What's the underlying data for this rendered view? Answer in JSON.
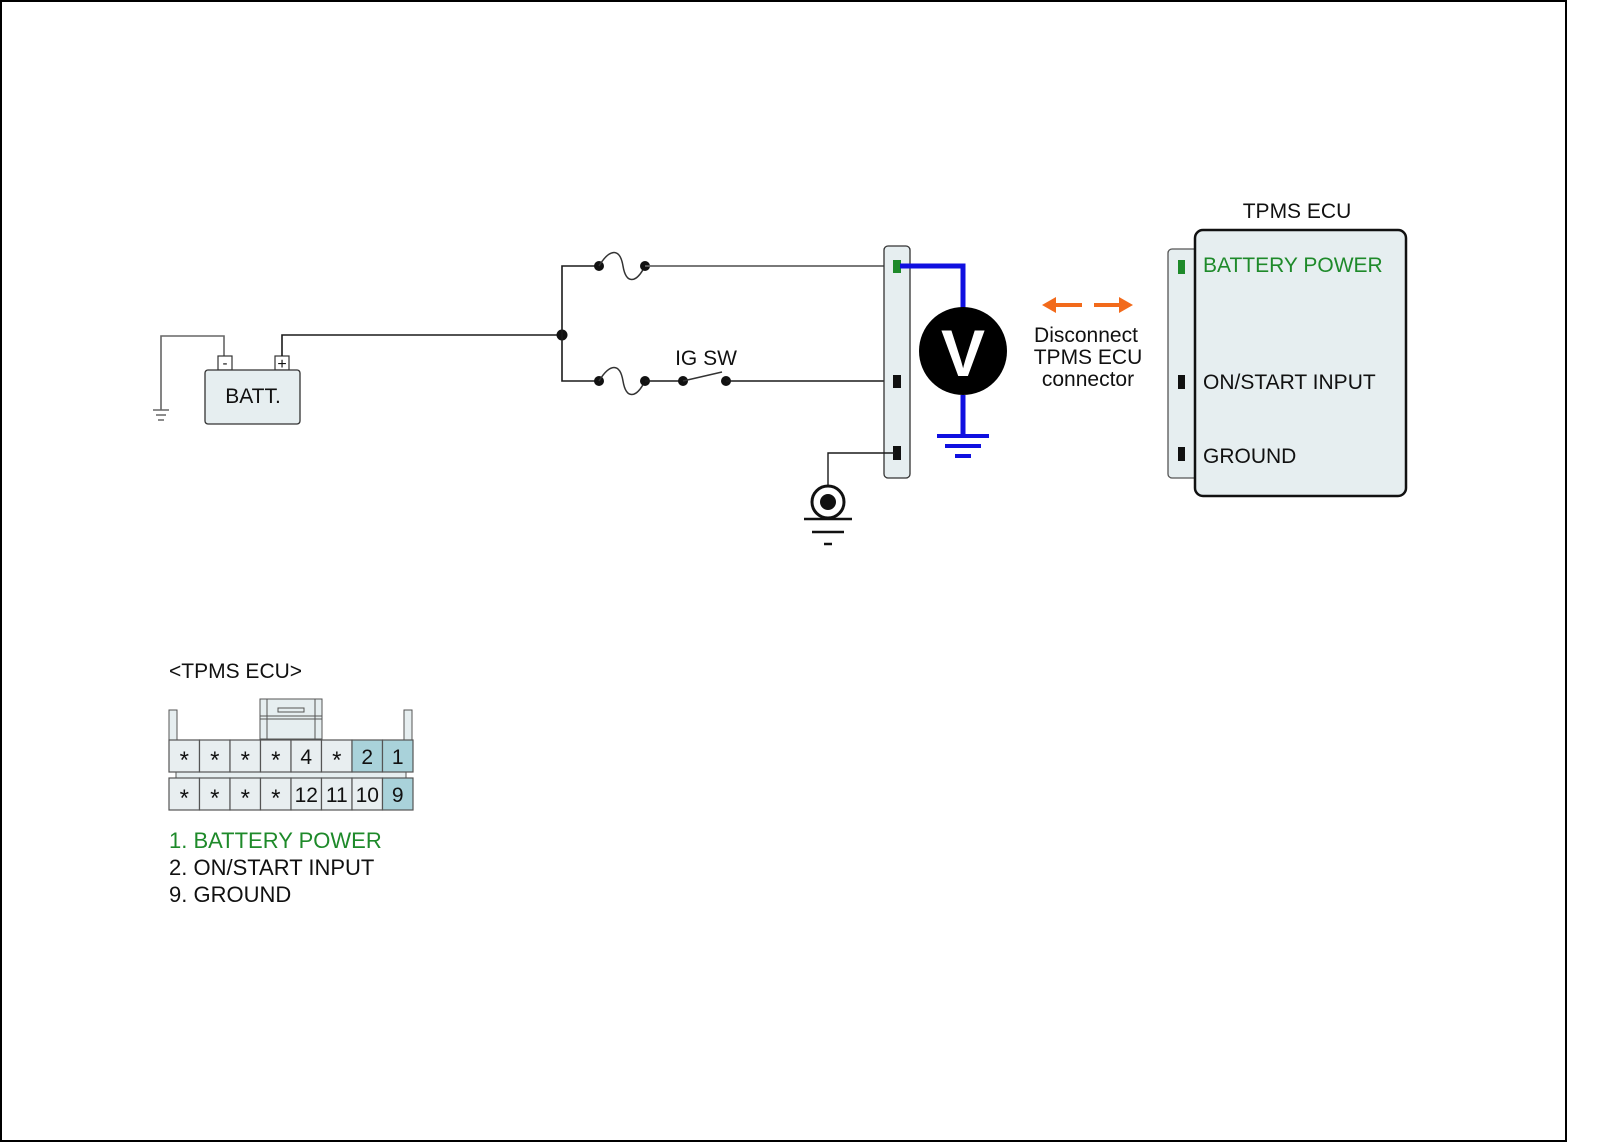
{
  "colors": {
    "wire": "#1a1a1a",
    "wire_gray": "#666666",
    "meter_lead": "#1010e0",
    "battery_pin": "#1e8a2a",
    "arrow": "#f26a1b",
    "component_fill": "#e6eef0",
    "pin_highlight": "#a9d2da",
    "connector_fill": "#e8eef0"
  },
  "battery": {
    "label": "BATT.",
    "negative_symbol": "-",
    "positive_symbol": "+"
  },
  "ignition_switch": {
    "label": "IG SW"
  },
  "voltmeter": {
    "symbol": "V"
  },
  "disconnect_note": {
    "lines": [
      "Disconnect",
      "TPMS ECU",
      "connector"
    ]
  },
  "ecu": {
    "title": "TPMS ECU",
    "pins": [
      {
        "label": "BATTERY POWER",
        "highlighted": true
      },
      {
        "label": "ON/START INPUT",
        "highlighted": false
      },
      {
        "label": "GROUND",
        "highlighted": false
      }
    ]
  },
  "connector_view": {
    "title": "<TPMS ECU>",
    "top_row": [
      "*",
      "*",
      "*",
      "*",
      "4",
      "*",
      "2",
      "1"
    ],
    "bottom_row": [
      "*",
      "*",
      "*",
      "*",
      "12",
      "11",
      "10",
      "9"
    ],
    "highlighted_pins": [
      "2",
      "1",
      "9"
    ]
  },
  "pin_legend": [
    {
      "text": "1. BATTERY POWER",
      "color": "#1e8a2a"
    },
    {
      "text": "2. ON/START INPUT",
      "color": "#111111"
    },
    {
      "text": "9. GROUND",
      "color": "#111111"
    }
  ]
}
